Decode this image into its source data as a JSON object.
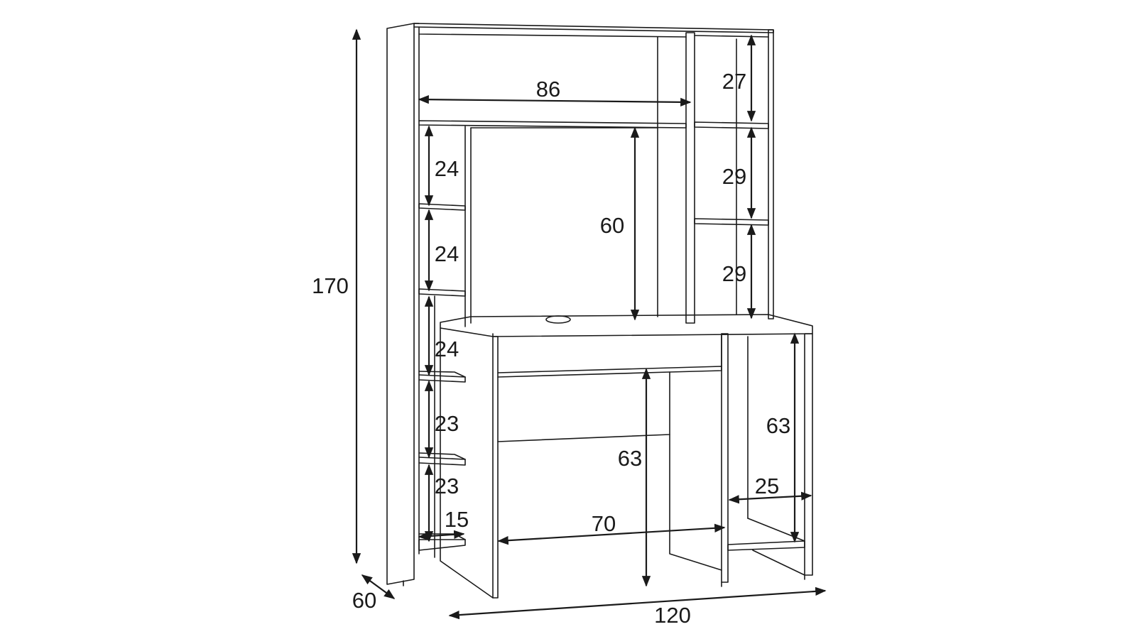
{
  "diagram": {
    "dimensions": {
      "total_height": "170",
      "depth": "60",
      "total_width": "120",
      "top_shelf_width": "86",
      "top_right_shelf": "27",
      "right_shelf_upper": "29",
      "right_shelf_lower": "29",
      "monitor_bay_height": "60",
      "left_shelf_1": "24",
      "left_shelf_2": "24",
      "left_shelf_3": "24",
      "left_shelf_4": "23",
      "left_shelf_5": "23",
      "left_shelf_depth": "15",
      "desk_leg_height": "63",
      "right_bay_height": "63",
      "right_bay_width": "25",
      "knee_space_width": "70"
    }
  }
}
